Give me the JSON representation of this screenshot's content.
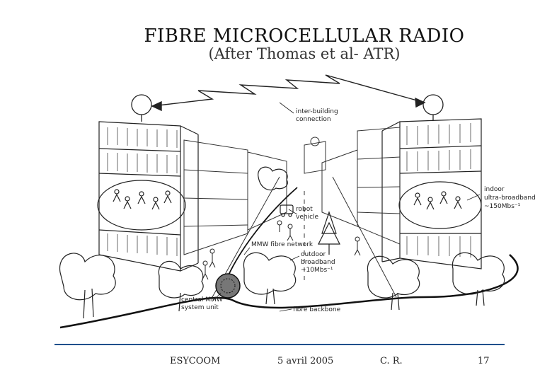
{
  "title": "FIBRE MICROCELLULAR RADIO",
  "subtitle": "(After Thomas et al- ATR)",
  "labels": {
    "inter_building": "inter-building",
    "connection": "connection",
    "indoor": "indoor",
    "ultra_broadband": "ultra-broadband",
    "indoor_rate": "~150Mbs⁻¹",
    "robot": "robot",
    "vehicle": "vehicle",
    "mmw_fibre_network": "MMW fibre network",
    "outdoor": "outdoor",
    "outdoor_broadband": "broadband",
    "outdoor_rate": "~10Mbs⁻¹",
    "central_mmw": "central MMW",
    "system_unit": "system unit",
    "fibre_backbone": "fibre backbone"
  },
  "footer": {
    "org": "ESYCOOM",
    "date": "5 avril 2005",
    "author": "C. R.",
    "page": "17"
  }
}
